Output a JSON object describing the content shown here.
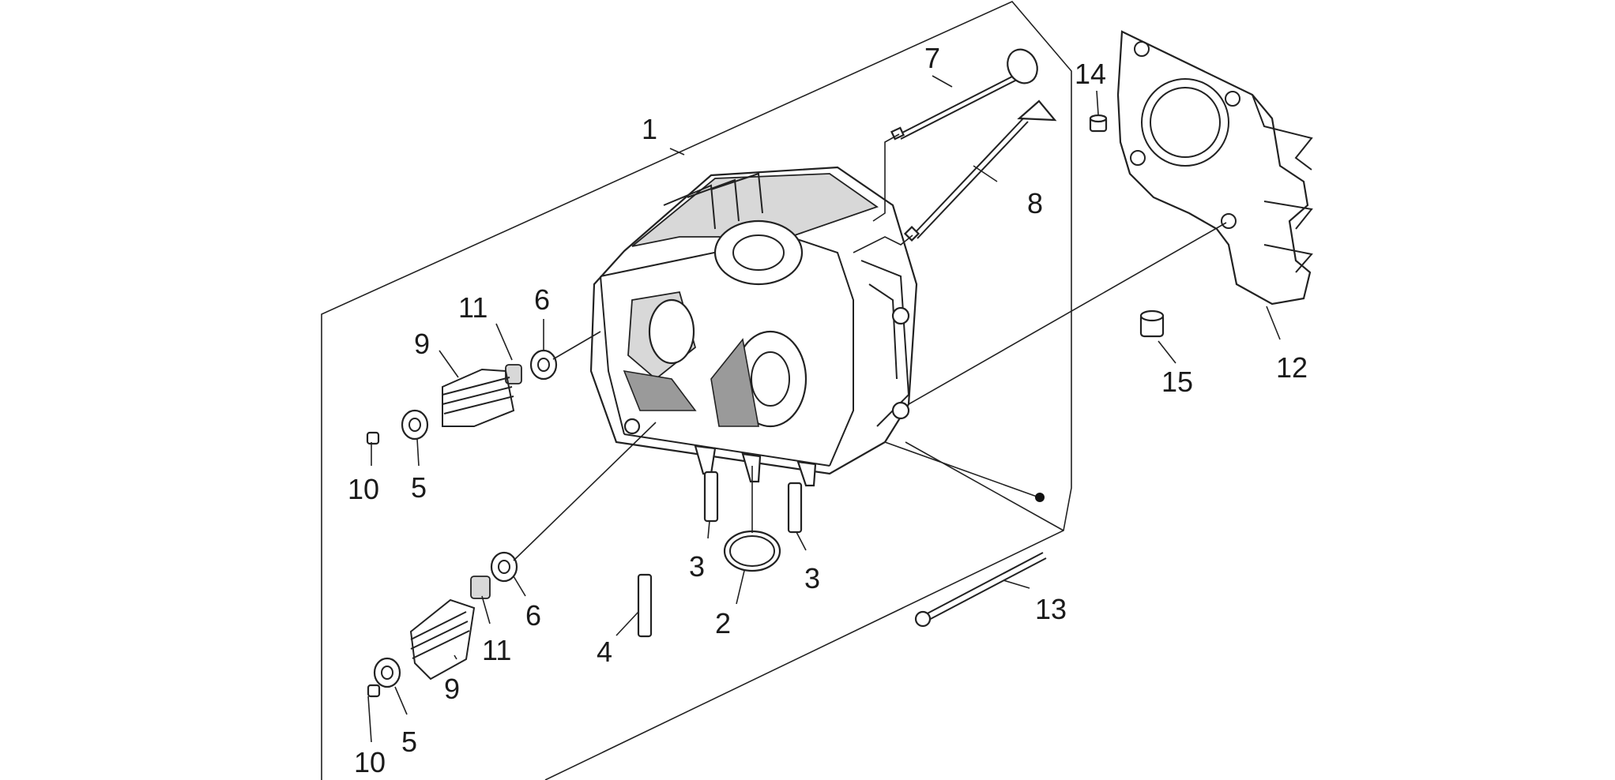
{
  "diagram": {
    "part_labels": [
      {
        "id": "p1",
        "text": "1"
      },
      {
        "id": "p2",
        "text": "2"
      },
      {
        "id": "p3a",
        "text": "3"
      },
      {
        "id": "p3b",
        "text": "3"
      },
      {
        "id": "p4",
        "text": "4"
      },
      {
        "id": "p5a",
        "text": "5"
      },
      {
        "id": "p5b",
        "text": "5"
      },
      {
        "id": "p6a",
        "text": "6"
      },
      {
        "id": "p6b",
        "text": "6"
      },
      {
        "id": "p7",
        "text": "7"
      },
      {
        "id": "p8",
        "text": "8"
      },
      {
        "id": "p9a",
        "text": "9"
      },
      {
        "id": "p9b",
        "text": "9"
      },
      {
        "id": "p10a",
        "text": "10"
      },
      {
        "id": "p10b",
        "text": "10"
      },
      {
        "id": "p11a",
        "text": "11"
      },
      {
        "id": "p11b",
        "text": "11"
      },
      {
        "id": "p12",
        "text": "12"
      },
      {
        "id": "p13",
        "text": "13"
      },
      {
        "id": "p14",
        "text": "14"
      },
      {
        "id": "p15",
        "text": "15"
      }
    ]
  }
}
